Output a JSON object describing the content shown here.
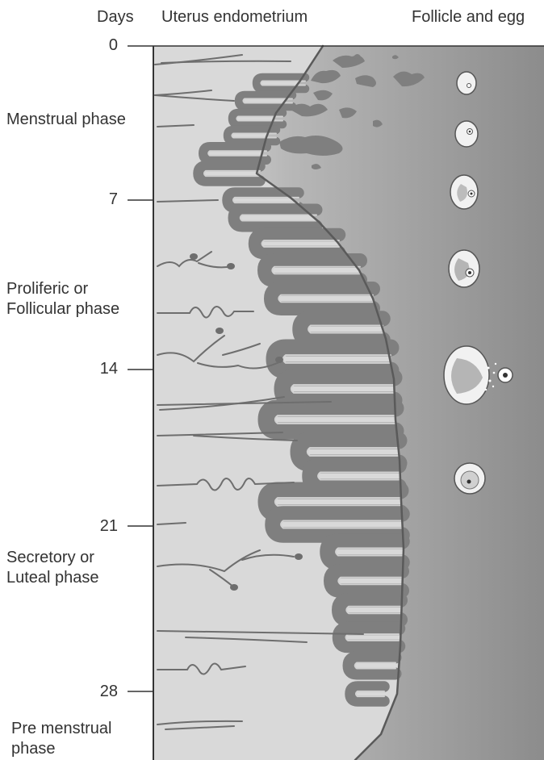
{
  "header": {
    "days_label": "Days",
    "uterus_label": "Uterus endometrium",
    "follicle_label": "Follicle and egg"
  },
  "days": [
    "0",
    "7",
    "14",
    "21",
    "28"
  ],
  "phases": [
    {
      "line1": "Menstrual phase",
      "line2": ""
    },
    {
      "line1": "Proliferic or",
      "line2": "Follicular phase"
    },
    {
      "line1": "Secretory or",
      "line2": "Luteal phase"
    },
    {
      "line1": "Pre menstrual",
      "line2": "phase"
    }
  ],
  "colors": {
    "tissue_light": "#d9d9d9",
    "tissue_dark": "#7f7f7f",
    "lumen_light": "#dcdcdc",
    "lumen_dark": "#8f8f8f",
    "axis": "#333333"
  },
  "icons": {
    "follicle_stages": "follicle-stage-icon",
    "ovulation": "ovulation-icon",
    "corpus_luteum": "corpus-luteum-icon"
  }
}
